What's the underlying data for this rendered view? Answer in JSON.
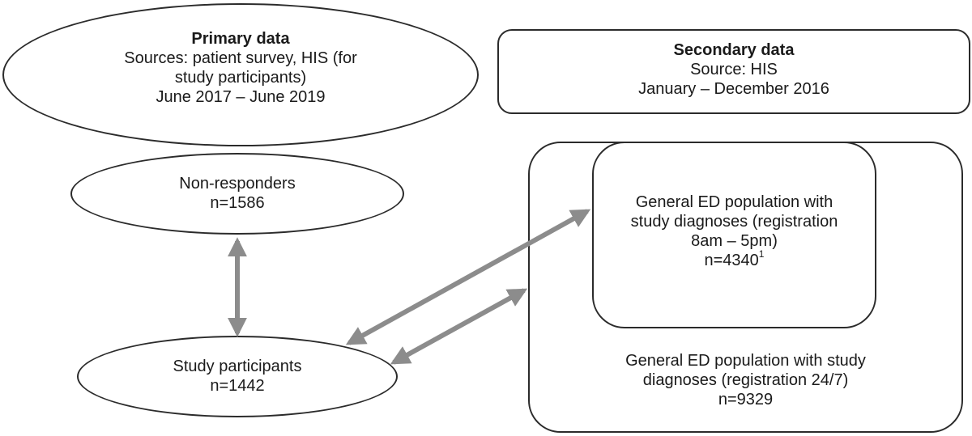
{
  "primary": {
    "title": "Primary data",
    "line1": "Sources: patient survey, HIS (for",
    "line2": "study participants)",
    "line3": "June 2017 – June 2019"
  },
  "secondary": {
    "title": "Secondary data",
    "line1": "Source: HIS",
    "line2": "January – December 2016"
  },
  "non_responders": {
    "label": "Non-responders",
    "count": "n=1586"
  },
  "study_participants": {
    "label": "Study participants",
    "count": "n=1442"
  },
  "general_ed_daytime": {
    "line1": "General ED population with",
    "line2": "study diagnoses (registration",
    "line3": "8am – 5pm)",
    "count": "n=4340",
    "footnote_mark": "1"
  },
  "general_ed_24_7": {
    "line1": "General ED population with study",
    "line2": "diagnoses (registration 24/7)",
    "count": "n=9329"
  },
  "colors": {
    "border": "#2b2b2b",
    "arrow": "#8c8c8c",
    "text": "#1a1a1a"
  }
}
